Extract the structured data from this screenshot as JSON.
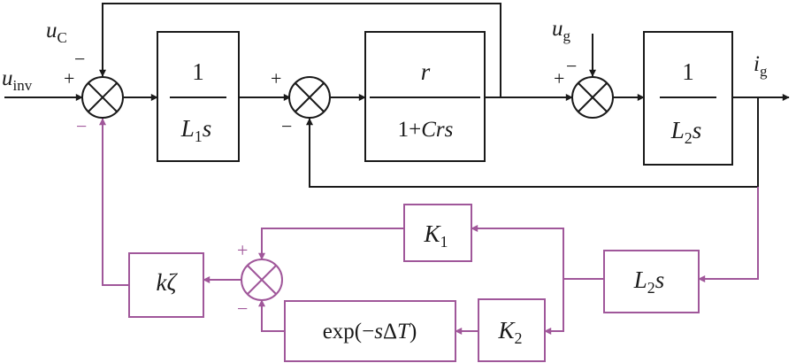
{
  "colors": {
    "main": "#1a1a1a",
    "feedback": "#a0579a"
  },
  "signals": {
    "u_inv": {
      "base": "u",
      "sub": "inv"
    },
    "u_C": {
      "base": "u",
      "sub": "C"
    },
    "u_g": {
      "base": "u",
      "sub": "g"
    },
    "i_g": {
      "base": "i",
      "sub": "g"
    }
  },
  "blocks": {
    "inv_L1s": {
      "num": "1",
      "den_base": "L",
      "den_sub": "1",
      "den_tail": "s"
    },
    "cap": {
      "num": "r",
      "den_pre": "1+",
      "den_it": "Crs"
    },
    "inv_L2s": {
      "num": "1",
      "den_base": "L",
      "den_sub": "2",
      "den_tail": "s"
    },
    "K1": {
      "base": "K",
      "sub": "1"
    },
    "K2": {
      "base": "K",
      "sub": "2"
    },
    "L2s": {
      "base": "L",
      "sub": "2",
      "tail": "s"
    },
    "k_zeta": {
      "text": "kζ"
    },
    "delay": {
      "pre": "exp(−",
      "it1": "s",
      "mid": "Δ",
      "it2": "T",
      "post": ")"
    }
  },
  "signs": {
    "plus": "+",
    "minus": "−"
  }
}
